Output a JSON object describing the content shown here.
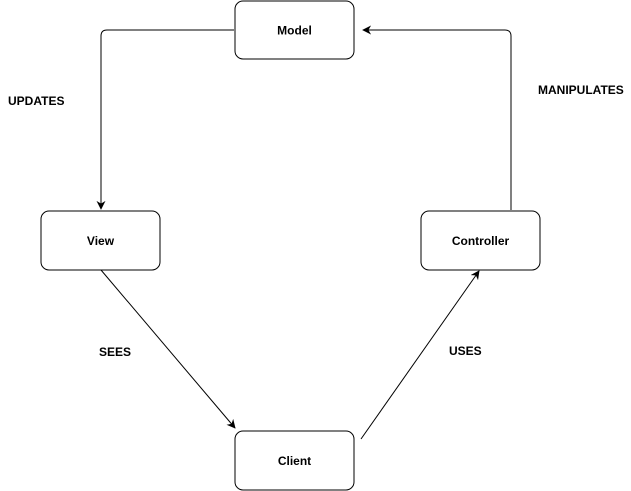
{
  "diagram": {
    "nodes": {
      "model": "Model",
      "view": "View",
      "controller": "Controller",
      "client": "Client"
    },
    "edges": {
      "updates": "UPDATES",
      "manipulates": "MANIPULATES",
      "sees": "SEES",
      "uses": "USES"
    }
  },
  "colors": {
    "stroke": "#000000",
    "background": "#ffffff"
  }
}
